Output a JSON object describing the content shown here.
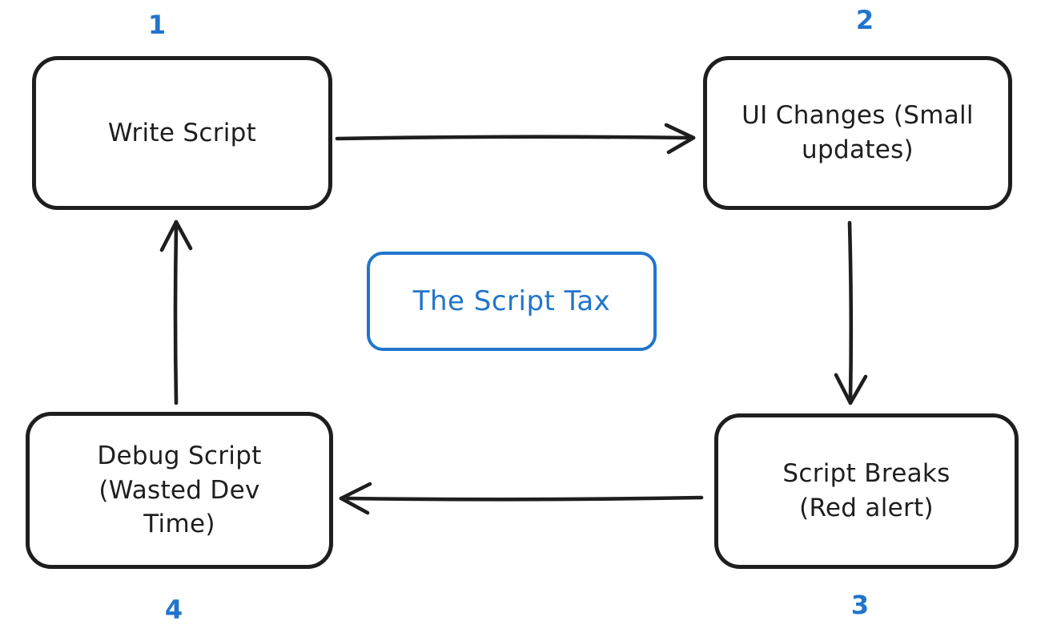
{
  "diagram": {
    "title_box": {
      "label": "The Script Tax"
    },
    "nodes": [
      {
        "id": "write-script",
        "number": "1",
        "label": "Write Script"
      },
      {
        "id": "ui-changes",
        "number": "2",
        "label": "UI Changes (Small\nupdates)"
      },
      {
        "id": "script-breaks",
        "number": "3",
        "label": "Script Breaks\n(Red alert)"
      },
      {
        "id": "debug-script",
        "number": "4",
        "label": "Debug Script\n(Wasted Dev\nTime)"
      }
    ],
    "edges": [
      {
        "from": "Write Script",
        "to": "UI Changes (Small updates)",
        "direction": "right"
      },
      {
        "from": "UI Changes (Small updates)",
        "to": "Script Breaks (Red alert)",
        "direction": "down"
      },
      {
        "from": "Script Breaks (Red alert)",
        "to": "Debug Script (Wasted Dev Time)",
        "direction": "left"
      },
      {
        "from": "Debug Script (Wasted Dev Time)",
        "to": "Write Script",
        "direction": "up"
      }
    ],
    "colors": {
      "stroke": "#1e1e1e",
      "accent": "#2175cc",
      "background": "#ffffff"
    }
  }
}
